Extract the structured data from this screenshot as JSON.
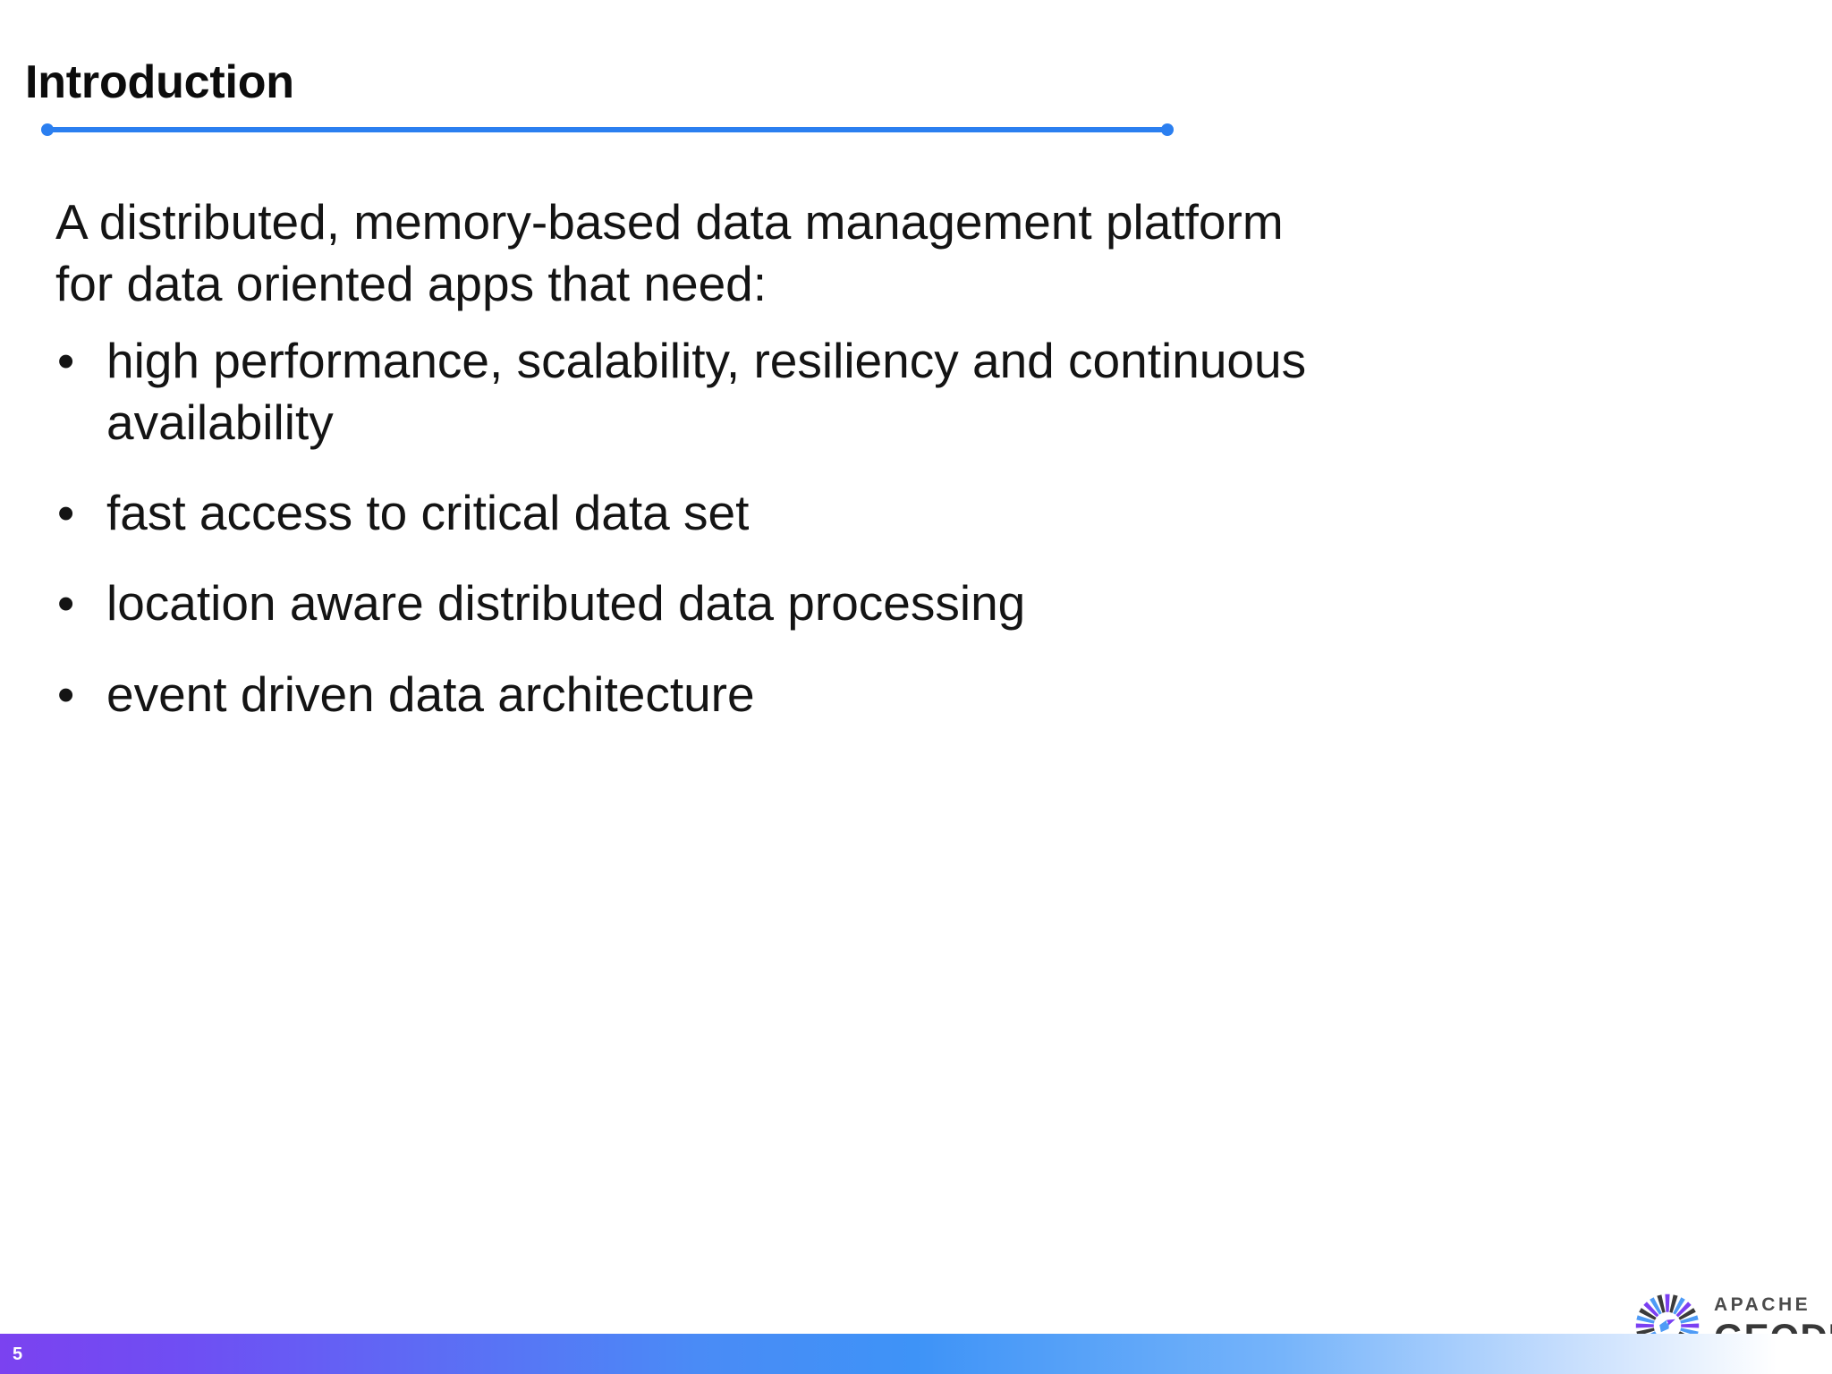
{
  "slide": {
    "title": "Introduction",
    "page_number": "5",
    "lead": "A distributed, memory-based data management platform for data oriented apps that need:",
    "bullet_glyph": "•",
    "bullets": [
      "high performance, scalability, resiliency and continuous availability",
      "fast access to critical data set",
      "location aware distributed data processing",
      "event driven data architecture"
    ]
  },
  "branding": {
    "logo_top_text": "APACHE",
    "logo_main_text": "GEODE",
    "logo_icon": "radial-burst-icon"
  },
  "colors": {
    "rule": "#2b7ff0",
    "title": "#0c0c0c",
    "body": "#141414",
    "footer_start": "#7b42f0",
    "footer_mid": "#3e93f7",
    "footer_end": "#ffffff",
    "page_number": "#ffffff"
  }
}
